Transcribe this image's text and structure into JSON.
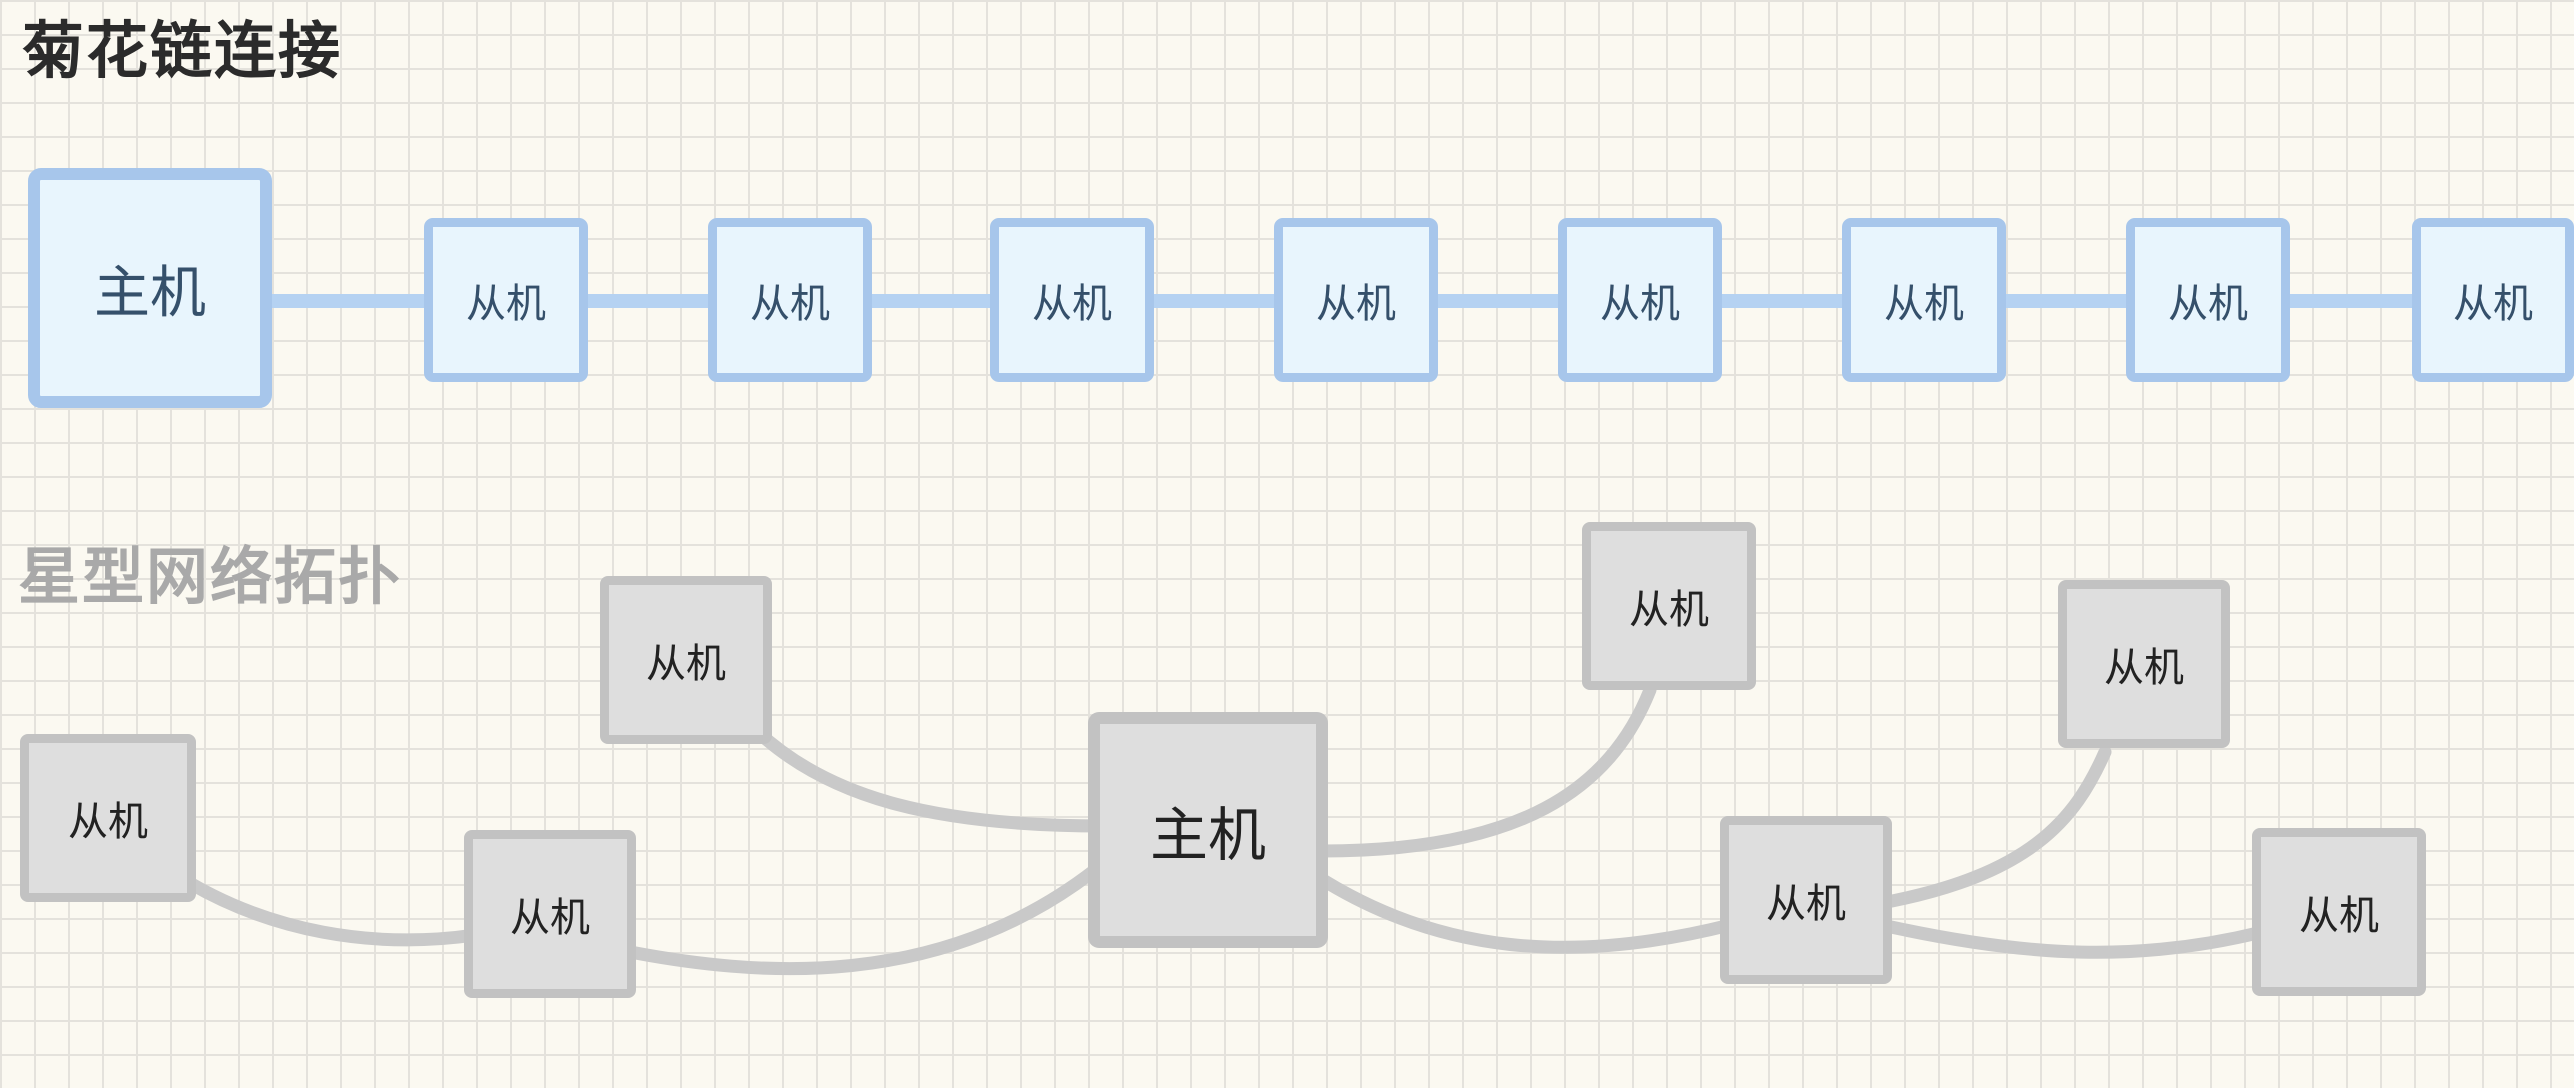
{
  "daisy_chain": {
    "title": "菊花链连接",
    "master_label": "主机",
    "slave_labels": [
      "从机",
      "从机",
      "从机",
      "从机",
      "从机",
      "从机",
      "从机",
      "从机"
    ]
  },
  "star_topology": {
    "title": "星型网络拓扑",
    "master_label": "主机",
    "slave_labels": [
      "从机",
      "从机",
      "从机",
      "从机",
      "从机",
      "从机",
      "从机"
    ]
  },
  "colors": {
    "daisy_border": "#a7c6eb",
    "daisy_fill": "#e8f5fd",
    "star_border": "#c2c2c2",
    "star_fill": "#dedede",
    "grid_line": "#e4e2dc",
    "background": "#fbf9f1"
  }
}
